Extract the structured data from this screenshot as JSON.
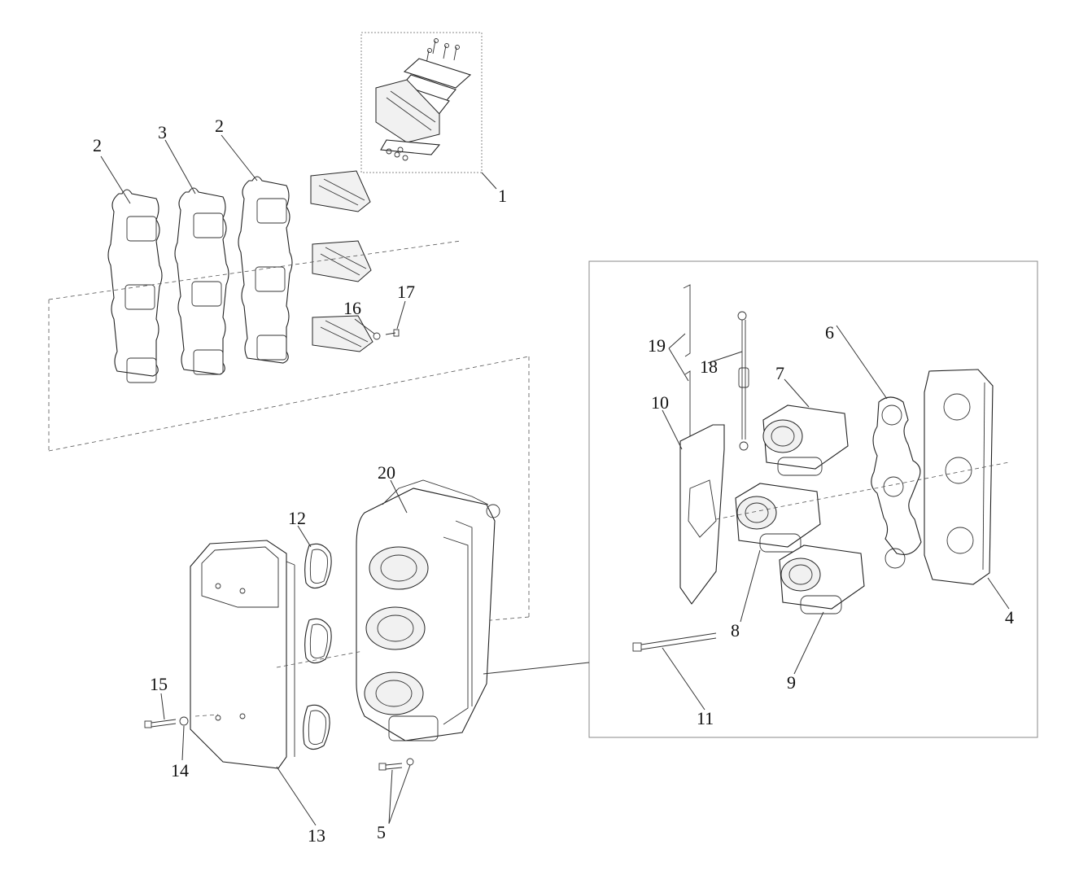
{
  "callouts": [
    {
      "id": "c1",
      "label": "1"
    },
    {
      "id": "c2a",
      "label": "2"
    },
    {
      "id": "c2b",
      "label": "2"
    },
    {
      "id": "c3",
      "label": "3"
    },
    {
      "id": "c4",
      "label": "4"
    },
    {
      "id": "c5",
      "label": "5"
    },
    {
      "id": "c6",
      "label": "6"
    },
    {
      "id": "c7",
      "label": "7"
    },
    {
      "id": "c8",
      "label": "8"
    },
    {
      "id": "c9",
      "label": "9"
    },
    {
      "id": "c10",
      "label": "10"
    },
    {
      "id": "c11",
      "label": "11"
    },
    {
      "id": "c12",
      "label": "12"
    },
    {
      "id": "c13",
      "label": "13"
    },
    {
      "id": "c14",
      "label": "14"
    },
    {
      "id": "c15",
      "label": "15"
    },
    {
      "id": "c16",
      "label": "16"
    },
    {
      "id": "c17",
      "label": "17"
    },
    {
      "id": "c18",
      "label": "18"
    },
    {
      "id": "c19",
      "label": "19"
    },
    {
      "id": "c20",
      "label": "20"
    }
  ]
}
